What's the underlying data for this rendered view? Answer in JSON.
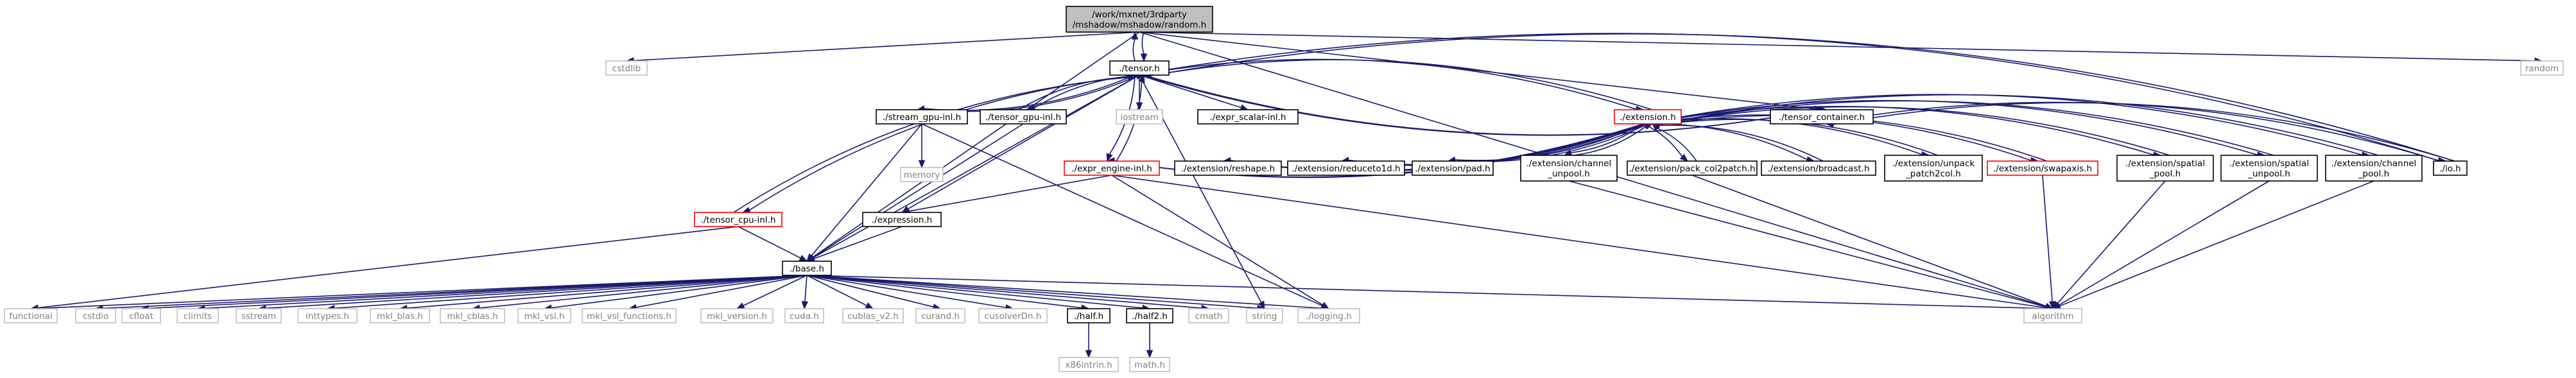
{
  "colors": {
    "edge": "#191970",
    "border_default": "#000000",
    "border_missing": "#bfbfbf",
    "border_truncated": "#ff0000",
    "root_fill": "#bfbfbf",
    "text_missing": "#808080"
  },
  "nodes": [
    {
      "id": "root",
      "lines": [
        "/work/mxnet/3rdparty",
        "/mshadow/mshadow/random.h"
      ],
      "kind": "root"
    },
    {
      "id": "cstdlib",
      "lines": [
        "cstdlib"
      ],
      "kind": "missing"
    },
    {
      "id": "tensor",
      "lines": [
        "./tensor.h"
      ],
      "kind": "normal"
    },
    {
      "id": "random",
      "lines": [
        "random"
      ],
      "kind": "missing"
    },
    {
      "id": "stream_gpu",
      "lines": [
        "./stream_gpu-inl.h"
      ],
      "kind": "normal"
    },
    {
      "id": "tensor_gpu",
      "lines": [
        "./tensor_gpu-inl.h"
      ],
      "kind": "normal"
    },
    {
      "id": "iostream",
      "lines": [
        "iostream"
      ],
      "kind": "missing"
    },
    {
      "id": "expr_scalar",
      "lines": [
        "./expr_scalar-inl.h"
      ],
      "kind": "normal"
    },
    {
      "id": "extension",
      "lines": [
        "./extension.h"
      ],
      "kind": "truncated"
    },
    {
      "id": "tensor_container",
      "lines": [
        "./tensor_container.h"
      ],
      "kind": "normal"
    },
    {
      "id": "memory",
      "lines": [
        "memory"
      ],
      "kind": "missing"
    },
    {
      "id": "expr_engine",
      "lines": [
        "./expr_engine-inl.h"
      ],
      "kind": "truncated"
    },
    {
      "id": "ext_reshape",
      "lines": [
        "./extension/reshape.h"
      ],
      "kind": "normal"
    },
    {
      "id": "ext_reduceto1d",
      "lines": [
        "./extension/reduceto1d.h"
      ],
      "kind": "normal"
    },
    {
      "id": "ext_pad",
      "lines": [
        "./extension/pad.h"
      ],
      "kind": "normal"
    },
    {
      "id": "ext_channel_unpool",
      "lines": [
        "./extension/channel",
        "_unpool.h"
      ],
      "kind": "normal"
    },
    {
      "id": "ext_pack_col2patch",
      "lines": [
        "./extension/pack_col2patch.h"
      ],
      "kind": "normal"
    },
    {
      "id": "ext_broadcast",
      "lines": [
        "./extension/broadcast.h"
      ],
      "kind": "normal"
    },
    {
      "id": "ext_unpack_patch2col",
      "lines": [
        "./extension/unpack",
        "_patch2col.h"
      ],
      "kind": "normal"
    },
    {
      "id": "ext_swapaxis",
      "lines": [
        "./extension/swapaxis.h"
      ],
      "kind": "truncated"
    },
    {
      "id": "ext_spatial_pool",
      "lines": [
        "./extension/spatial",
        "_pool.h"
      ],
      "kind": "normal"
    },
    {
      "id": "ext_spatial_unpool",
      "lines": [
        "./extension/spatial",
        "_unpool.h"
      ],
      "kind": "normal"
    },
    {
      "id": "ext_channel_pool",
      "lines": [
        "./extension/channel",
        "_pool.h"
      ],
      "kind": "normal"
    },
    {
      "id": "io",
      "lines": [
        "./io.h"
      ],
      "kind": "normal"
    },
    {
      "id": "tensor_cpu",
      "lines": [
        "./tensor_cpu-inl.h"
      ],
      "kind": "truncated"
    },
    {
      "id": "expression",
      "lines": [
        "./expression.h"
      ],
      "kind": "normal"
    },
    {
      "id": "base",
      "lines": [
        "./base.h"
      ],
      "kind": "normal"
    },
    {
      "id": "functional",
      "lines": [
        "functional"
      ],
      "kind": "missing"
    },
    {
      "id": "cstdio",
      "lines": [
        "cstdio"
      ],
      "kind": "missing"
    },
    {
      "id": "cfloat",
      "lines": [
        "cfloat"
      ],
      "kind": "missing"
    },
    {
      "id": "climits",
      "lines": [
        "climits"
      ],
      "kind": "missing"
    },
    {
      "id": "sstream",
      "lines": [
        "sstream"
      ],
      "kind": "missing"
    },
    {
      "id": "inttypes",
      "lines": [
        "inttypes.h"
      ],
      "kind": "missing"
    },
    {
      "id": "mkl_blas",
      "lines": [
        "mkl_blas.h"
      ],
      "kind": "missing"
    },
    {
      "id": "mkl_cblas",
      "lines": [
        "mkl_cblas.h"
      ],
      "kind": "missing"
    },
    {
      "id": "mkl_vsl",
      "lines": [
        "mkl_vsl.h"
      ],
      "kind": "missing"
    },
    {
      "id": "mkl_vsl_functions",
      "lines": [
        "mkl_vsl_functions.h"
      ],
      "kind": "missing"
    },
    {
      "id": "mkl_version",
      "lines": [
        "mkl_version.h"
      ],
      "kind": "missing"
    },
    {
      "id": "cuda",
      "lines": [
        "cuda.h"
      ],
      "kind": "missing"
    },
    {
      "id": "cublas_v2",
      "lines": [
        "cublas_v2.h"
      ],
      "kind": "missing"
    },
    {
      "id": "curand",
      "lines": [
        "curand.h"
      ],
      "kind": "missing"
    },
    {
      "id": "cusolverDn",
      "lines": [
        "cusolverDn.h"
      ],
      "kind": "missing"
    },
    {
      "id": "half",
      "lines": [
        "./half.h"
      ],
      "kind": "normal"
    },
    {
      "id": "half2",
      "lines": [
        "./half2.h"
      ],
      "kind": "normal"
    },
    {
      "id": "cmath",
      "lines": [
        "cmath"
      ],
      "kind": "missing"
    },
    {
      "id": "string",
      "lines": [
        "string"
      ],
      "kind": "missing"
    },
    {
      "id": "logging",
      "lines": [
        "./logging.h"
      ],
      "kind": "missing"
    },
    {
      "id": "algorithm",
      "lines": [
        "algorithm"
      ],
      "kind": "missing"
    },
    {
      "id": "x86intrin",
      "lines": [
        "x86intrin.h"
      ],
      "kind": "missing"
    },
    {
      "id": "math",
      "lines": [
        "math.h"
      ],
      "kind": "missing"
    }
  ],
  "edges": [
    [
      "root",
      "cstdlib"
    ],
    [
      "root",
      "tensor"
    ],
    [
      "root",
      "random"
    ],
    [
      "root",
      "base"
    ],
    [
      "root",
      "tensor_container"
    ],
    [
      "root",
      "algorithm"
    ],
    [
      "tensor",
      "root"
    ],
    [
      "tensor",
      "stream_gpu"
    ],
    [
      "tensor",
      "tensor_gpu"
    ],
    [
      "tensor",
      "iostream"
    ],
    [
      "tensor",
      "expr_scalar"
    ],
    [
      "tensor",
      "extension"
    ],
    [
      "tensor",
      "tensor_container"
    ],
    [
      "tensor",
      "expr_engine"
    ],
    [
      "tensor",
      "tensor_cpu"
    ],
    [
      "tensor",
      "expression"
    ],
    [
      "tensor",
      "base"
    ],
    [
      "tensor",
      "string"
    ],
    [
      "tensor",
      "io"
    ],
    [
      "stream_gpu",
      "tensor"
    ],
    [
      "stream_gpu",
      "memory"
    ],
    [
      "stream_gpu",
      "base"
    ],
    [
      "stream_gpu",
      "logging"
    ],
    [
      "tensor_gpu",
      "tensor"
    ],
    [
      "tensor_gpu",
      "base"
    ],
    [
      "tensor_cpu",
      "tensor"
    ],
    [
      "tensor_cpu",
      "base"
    ],
    [
      "tensor_cpu",
      "functional"
    ],
    [
      "expr_engine",
      "tensor"
    ],
    [
      "expr_engine",
      "extension"
    ],
    [
      "expr_engine",
      "expression"
    ],
    [
      "expr_engine",
      "algorithm"
    ],
    [
      "expr_engine",
      "logging"
    ],
    [
      "expression",
      "base"
    ],
    [
      "tensor_container",
      "tensor"
    ],
    [
      "tensor_container",
      "io"
    ],
    [
      "extension",
      "tensor"
    ],
    [
      "extension",
      "expr_engine"
    ],
    [
      "extension",
      "ext_reshape"
    ],
    [
      "extension",
      "ext_reduceto1d"
    ],
    [
      "extension",
      "ext_pad"
    ],
    [
      "extension",
      "ext_channel_unpool"
    ],
    [
      "extension",
      "ext_pack_col2patch"
    ],
    [
      "extension",
      "ext_broadcast"
    ],
    [
      "extension",
      "ext_unpack_patch2col"
    ],
    [
      "extension",
      "ext_swapaxis"
    ],
    [
      "extension",
      "ext_spatial_pool"
    ],
    [
      "extension",
      "ext_spatial_unpool"
    ],
    [
      "extension",
      "ext_channel_pool"
    ],
    [
      "ext_reshape",
      "extension"
    ],
    [
      "ext_reduceto1d",
      "extension"
    ],
    [
      "ext_pad",
      "extension"
    ],
    [
      "ext_channel_unpool",
      "extension"
    ],
    [
      "ext_pack_col2patch",
      "extension"
    ],
    [
      "ext_broadcast",
      "extension"
    ],
    [
      "ext_unpack_patch2col",
      "extension"
    ],
    [
      "ext_swapaxis",
      "extension"
    ],
    [
      "ext_spatial_pool",
      "extension"
    ],
    [
      "ext_spatial_unpool",
      "extension"
    ],
    [
      "ext_channel_pool",
      "extension"
    ],
    [
      "ext_channel_unpool",
      "algorithm"
    ],
    [
      "ext_pack_col2patch",
      "algorithm"
    ],
    [
      "ext_swapaxis",
      "algorithm"
    ],
    [
      "ext_spatial_pool",
      "algorithm"
    ],
    [
      "ext_spatial_unpool",
      "algorithm"
    ],
    [
      "ext_channel_pool",
      "algorithm"
    ],
    [
      "io",
      "tensor"
    ],
    [
      "io",
      "tensor_container"
    ],
    [
      "base",
      "functional"
    ],
    [
      "base",
      "cstdio"
    ],
    [
      "base",
      "cfloat"
    ],
    [
      "base",
      "climits"
    ],
    [
      "base",
      "sstream"
    ],
    [
      "base",
      "inttypes"
    ],
    [
      "base",
      "mkl_blas"
    ],
    [
      "base",
      "mkl_cblas"
    ],
    [
      "base",
      "mkl_vsl"
    ],
    [
      "base",
      "mkl_vsl_functions"
    ],
    [
      "base",
      "mkl_version"
    ],
    [
      "base",
      "cuda"
    ],
    [
      "base",
      "cublas_v2"
    ],
    [
      "base",
      "curand"
    ],
    [
      "base",
      "cusolverDn"
    ],
    [
      "base",
      "half"
    ],
    [
      "base",
      "half2"
    ],
    [
      "base",
      "cmath"
    ],
    [
      "base",
      "string"
    ],
    [
      "base",
      "logging"
    ],
    [
      "base",
      "algorithm"
    ],
    [
      "half",
      "x86intrin"
    ],
    [
      "half2",
      "math"
    ]
  ]
}
